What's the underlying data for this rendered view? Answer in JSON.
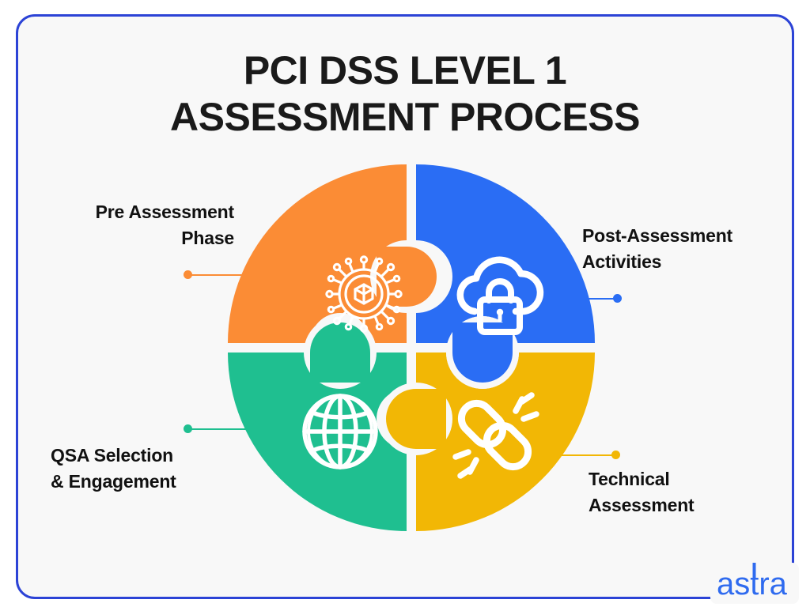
{
  "page": {
    "background_color": "#FFFFFF",
    "frame_color": "#2C43D6",
    "panel_color": "#F8F8F8"
  },
  "title": {
    "line1": "PCI DSS LEVEL 1",
    "line2": "ASSESSMENT PROCESS",
    "color": "#1A1A1A"
  },
  "puzzle": {
    "shape": "circle-4-piece-jigsaw",
    "quadrants": [
      {
        "id": "top-left",
        "color": "#FB8C35",
        "icon": "network-cube-icon",
        "label_ref": "pre-assessment"
      },
      {
        "id": "top-right",
        "color": "#2A6DF4",
        "icon": "cloud-lock-icon",
        "label_ref": "post-assessment"
      },
      {
        "id": "bottom-left",
        "color": "#1FBF90",
        "icon": "globe-icon",
        "label_ref": "qsa-selection"
      },
      {
        "id": "bottom-right",
        "color": "#F2B705",
        "icon": "broken-chain-icon",
        "label_ref": "technical-assessment"
      }
    ]
  },
  "labels": {
    "pre_assessment": {
      "line1": "Pre Assessment",
      "line2": "Phase",
      "color": "#FB8C35"
    },
    "post_assessment": {
      "line1": "Post-Assessment",
      "line2": "Activities",
      "color": "#2A6DF4"
    },
    "qsa_selection": {
      "line1": "QSA Selection",
      "line2": "& Engagement",
      "color": "#1FBF90"
    },
    "technical_assessment": {
      "line1": "Technical",
      "line2": "Assessment",
      "color": "#F2B705"
    }
  },
  "logo": {
    "text": "astra",
    "color": "#2F6BEF"
  }
}
